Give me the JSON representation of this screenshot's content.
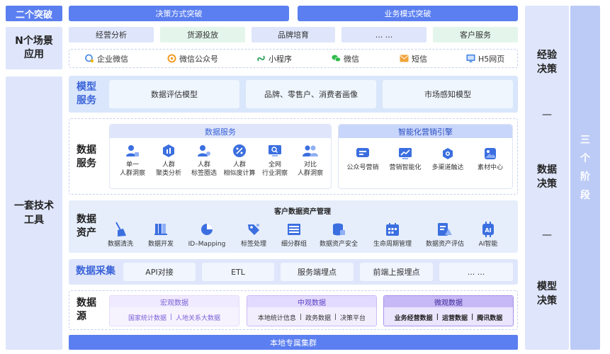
{
  "left": {
    "top_label": "二个突破",
    "mid_label_line1": "N个场景",
    "mid_label_line2": "应用",
    "bot_label_line1": "一套技术",
    "bot_label_line2": "工具"
  },
  "top_bars": [
    "决策方式突破",
    "业务模式突破"
  ],
  "scenes": [
    "经营分析",
    "货源投放",
    "品牌培育",
    "... ...",
    "客户服务"
  ],
  "channels": [
    "企业微信",
    "微信公众号",
    "小程序",
    "微信",
    "短信",
    "H5网页"
  ],
  "model_service": {
    "title_line1": "模型",
    "title_line2": "服务",
    "boxes": [
      "数据评估模型",
      "品牌、零售户、消费者画像",
      "市场感知模型"
    ]
  },
  "data_service": {
    "title_line1": "数据",
    "title_line2": "服务",
    "left_head": "数据服务",
    "left_items": [
      {
        "line1": "单一",
        "line2": "人群洞察"
      },
      {
        "line1": "人群",
        "line2": "聚类分析"
      },
      {
        "line1": "人群",
        "line2": "标签圈选"
      },
      {
        "line1": "人群",
        "line2": "相似度计算"
      },
      {
        "line1": "全网",
        "line2": "行业洞察"
      },
      {
        "line1": "对比",
        "line2": "人群洞察"
      }
    ],
    "right_head": "智能化营销引擎",
    "right_items": [
      "公众号营销",
      "营销智能化",
      "多渠道触达",
      "素材中心"
    ]
  },
  "data_asset": {
    "title_line1": "数据",
    "title_line2": "资产",
    "head": "客户数据资产管理",
    "items": [
      "数据清洗",
      "数据开发",
      "ID–Mapping",
      "标签处理",
      "细分群组",
      "数据资产安全",
      "生命周期管理",
      "数据资产评估",
      "AI智能"
    ]
  },
  "collect": {
    "title": "数据采集",
    "boxes": [
      "API对接",
      "ETL",
      "服务端埋点",
      "前端上报埋点",
      "... ..."
    ]
  },
  "source": {
    "title_line1": "数据",
    "title_line2": "源",
    "groups": [
      {
        "head": "宏观数据",
        "items": [
          "国家统计数据",
          "人地关系大数据"
        ]
      },
      {
        "head": "中观数据",
        "items": [
          "本地统计信息",
          "政务数据",
          "决策平台"
        ]
      },
      {
        "head": "微观数据",
        "items": [
          "业务经营数据",
          "运营数据",
          "腾讯数据"
        ]
      }
    ],
    "separator": "|"
  },
  "bottom_bar": "本地专属集群",
  "right": {
    "stage1_line1": "经验",
    "stage1_line2": "决策",
    "stage2_line1": "数据",
    "stage2_line2": "决策",
    "stage3_line1": "模型",
    "stage3_line2": "决策",
    "dash": "—",
    "strip": [
      "三",
      "个",
      "阶",
      "段"
    ]
  },
  "colors": {
    "accent": "#5b7ff0",
    "light_panel": "#dfe6fb",
    "title_blue": "#3a63d9",
    "macro": "#efeaff",
    "meso": "#e3dbff",
    "micro": "#c7b8f6"
  }
}
